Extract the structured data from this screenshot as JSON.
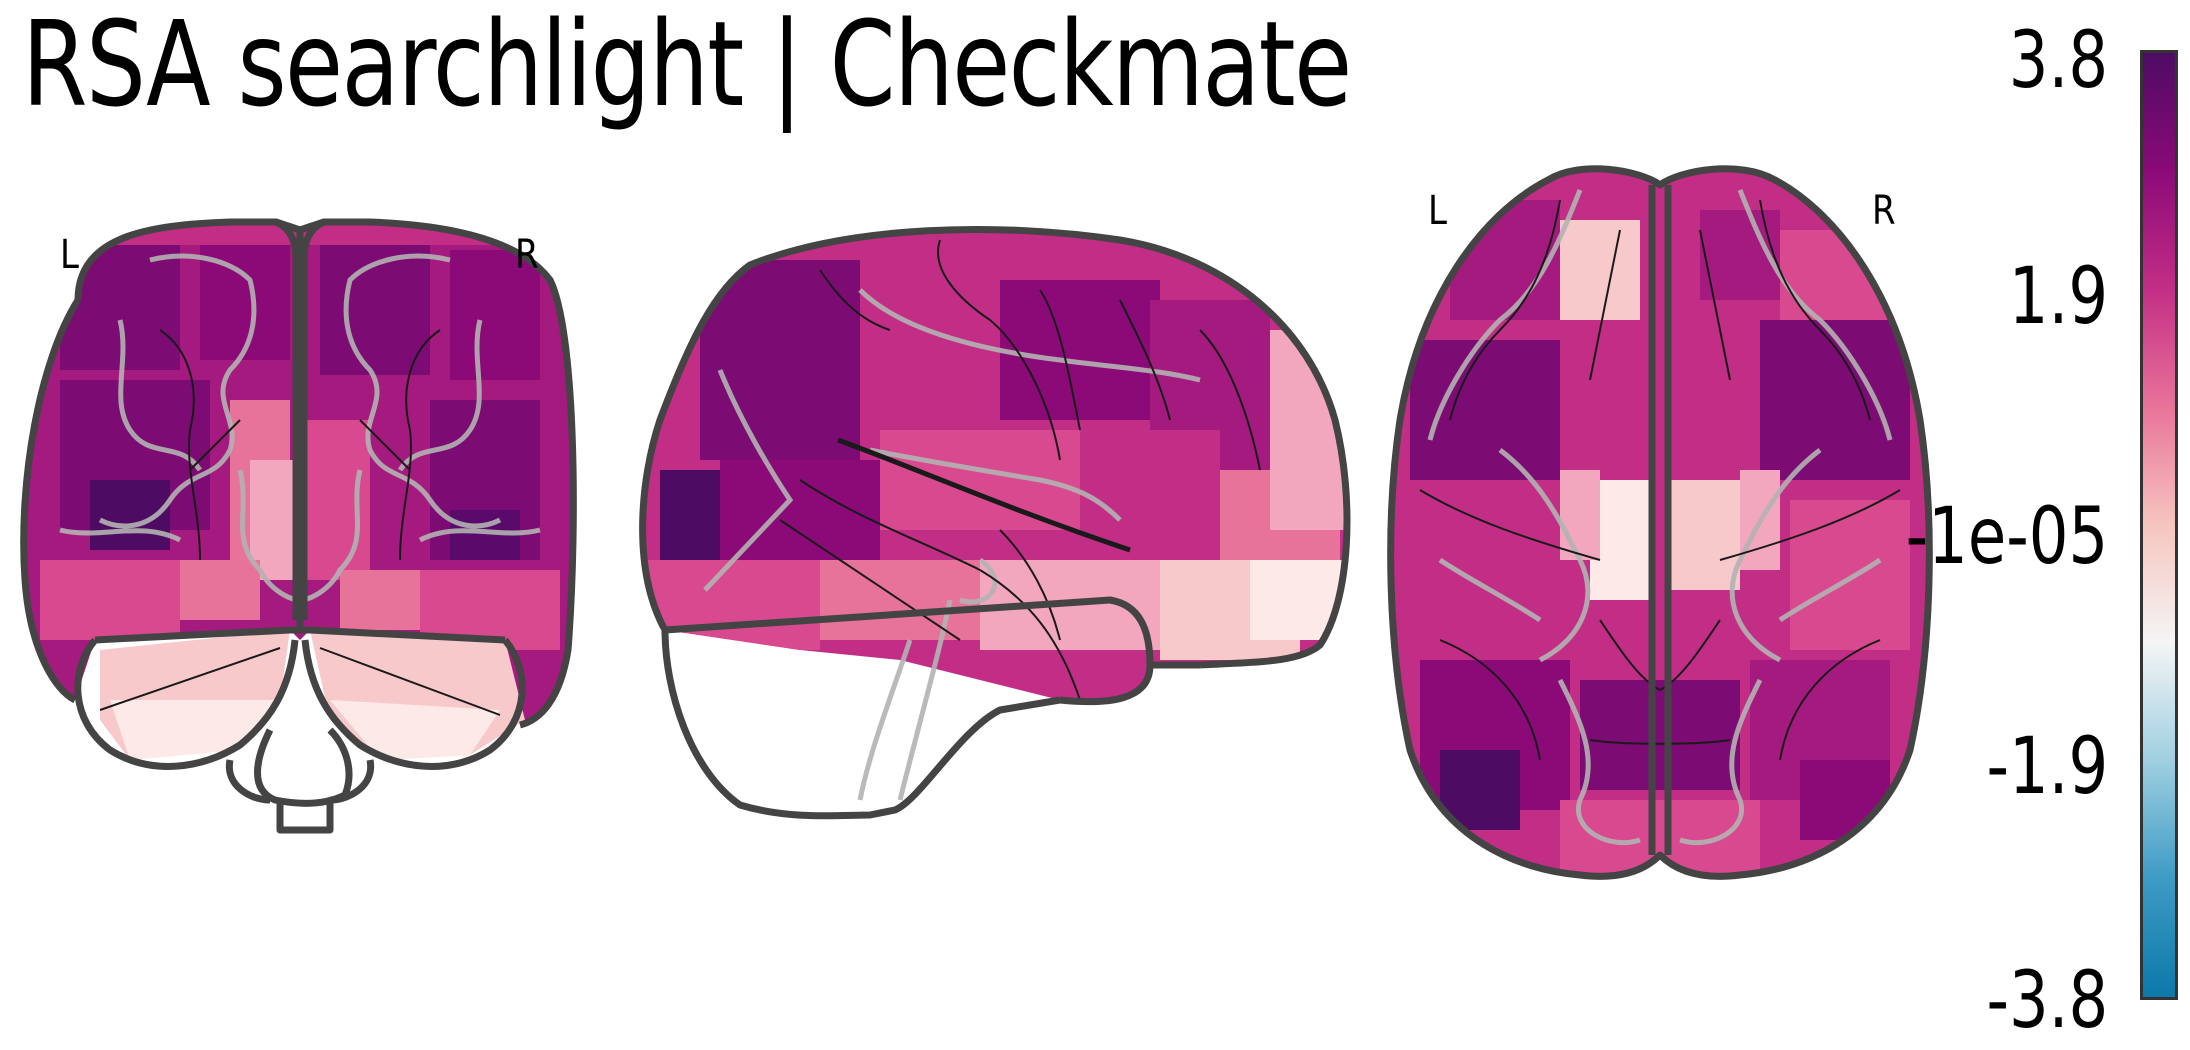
{
  "title": "RSA searchlight | Checkmate",
  "views": {
    "coronal": {
      "left_label": "L",
      "right_label": "R"
    },
    "axial": {
      "left_label": "L",
      "right_label": "R"
    }
  },
  "colorbar": {
    "ticks": [
      "3.8",
      "1.9",
      "-1e-05",
      "-1.9",
      "-3.8"
    ],
    "min": -3.8,
    "max": 3.8,
    "colors": [
      "#0b79a9",
      "#3d9bc4",
      "#9fcfe1",
      "#f4f5f5",
      "#f6c5bf",
      "#e8739a",
      "#c22e85",
      "#8b0a78",
      "#4d0b63"
    ]
  },
  "palette": {
    "outline": "#444444",
    "contour_light": "#b3b3b3",
    "sulcus": "#1a1a1a",
    "deep": "#5a0a6a",
    "dark": "#7c0c74",
    "mid": "#a51a7f",
    "pink": "#d8498f",
    "light": "#ee8db0",
    "pale": "#f8c9cb",
    "faint": "#fde9e7"
  }
}
